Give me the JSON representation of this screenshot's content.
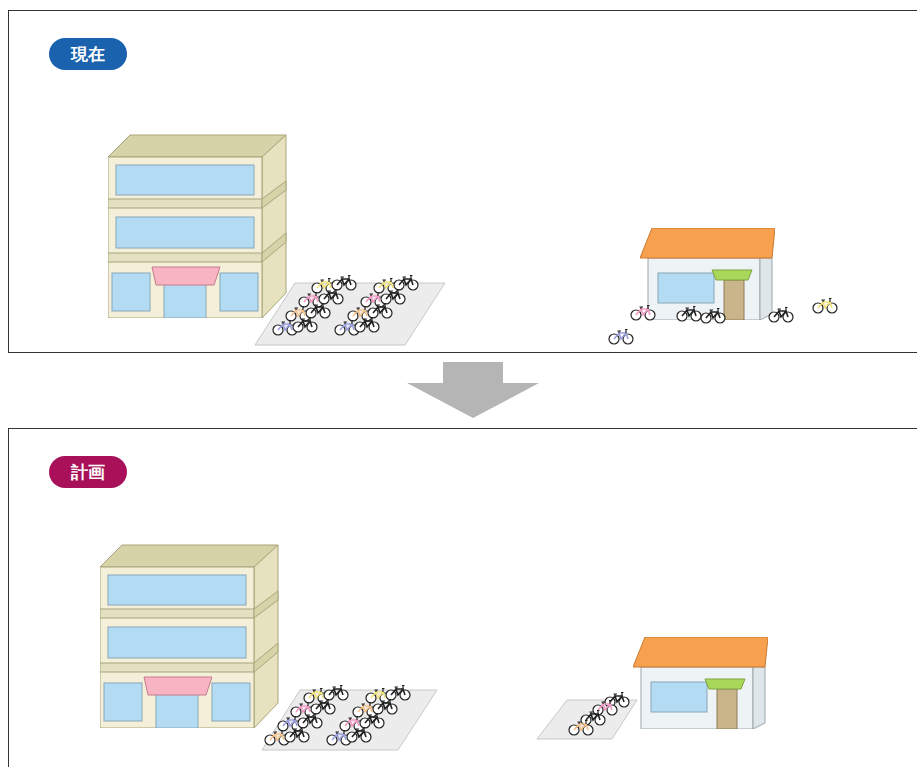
{
  "diagram": {
    "nodes": [
      {
        "text": [
          "現在"
        ]
      },
      {
        "text": [
          "計画"
        ]
      }
    ],
    "edges": [
      {
        "from": 0,
        "to": 1,
        "arrow": "to"
      }
    ]
  }
}
